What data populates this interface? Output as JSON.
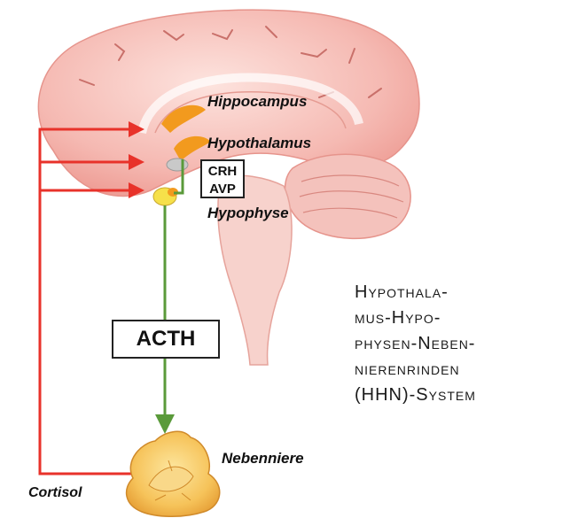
{
  "labels": {
    "hippocampus": "Hippocampus",
    "hypothalamus": "Hypothalamus",
    "hypophyse": "Hypophyse",
    "nebenniere": "Nebenniere",
    "cortisol": "Cortisol"
  },
  "boxes": {
    "crh": "CRH",
    "avp": "AVP",
    "acth": "ACTH"
  },
  "title_lines": [
    "Hypothala-",
    "mus-Hypo-",
    "physen-Neben-",
    "nierenrinden",
    "(HHN)-System"
  ],
  "colors": {
    "feedback_red": "#e8322a",
    "pathway_green": "#5a9a3a",
    "brain_pink": "#f4b6b0",
    "structure_orange": "#f29a1e",
    "adrenal_yellow": "#f6c35a"
  }
}
